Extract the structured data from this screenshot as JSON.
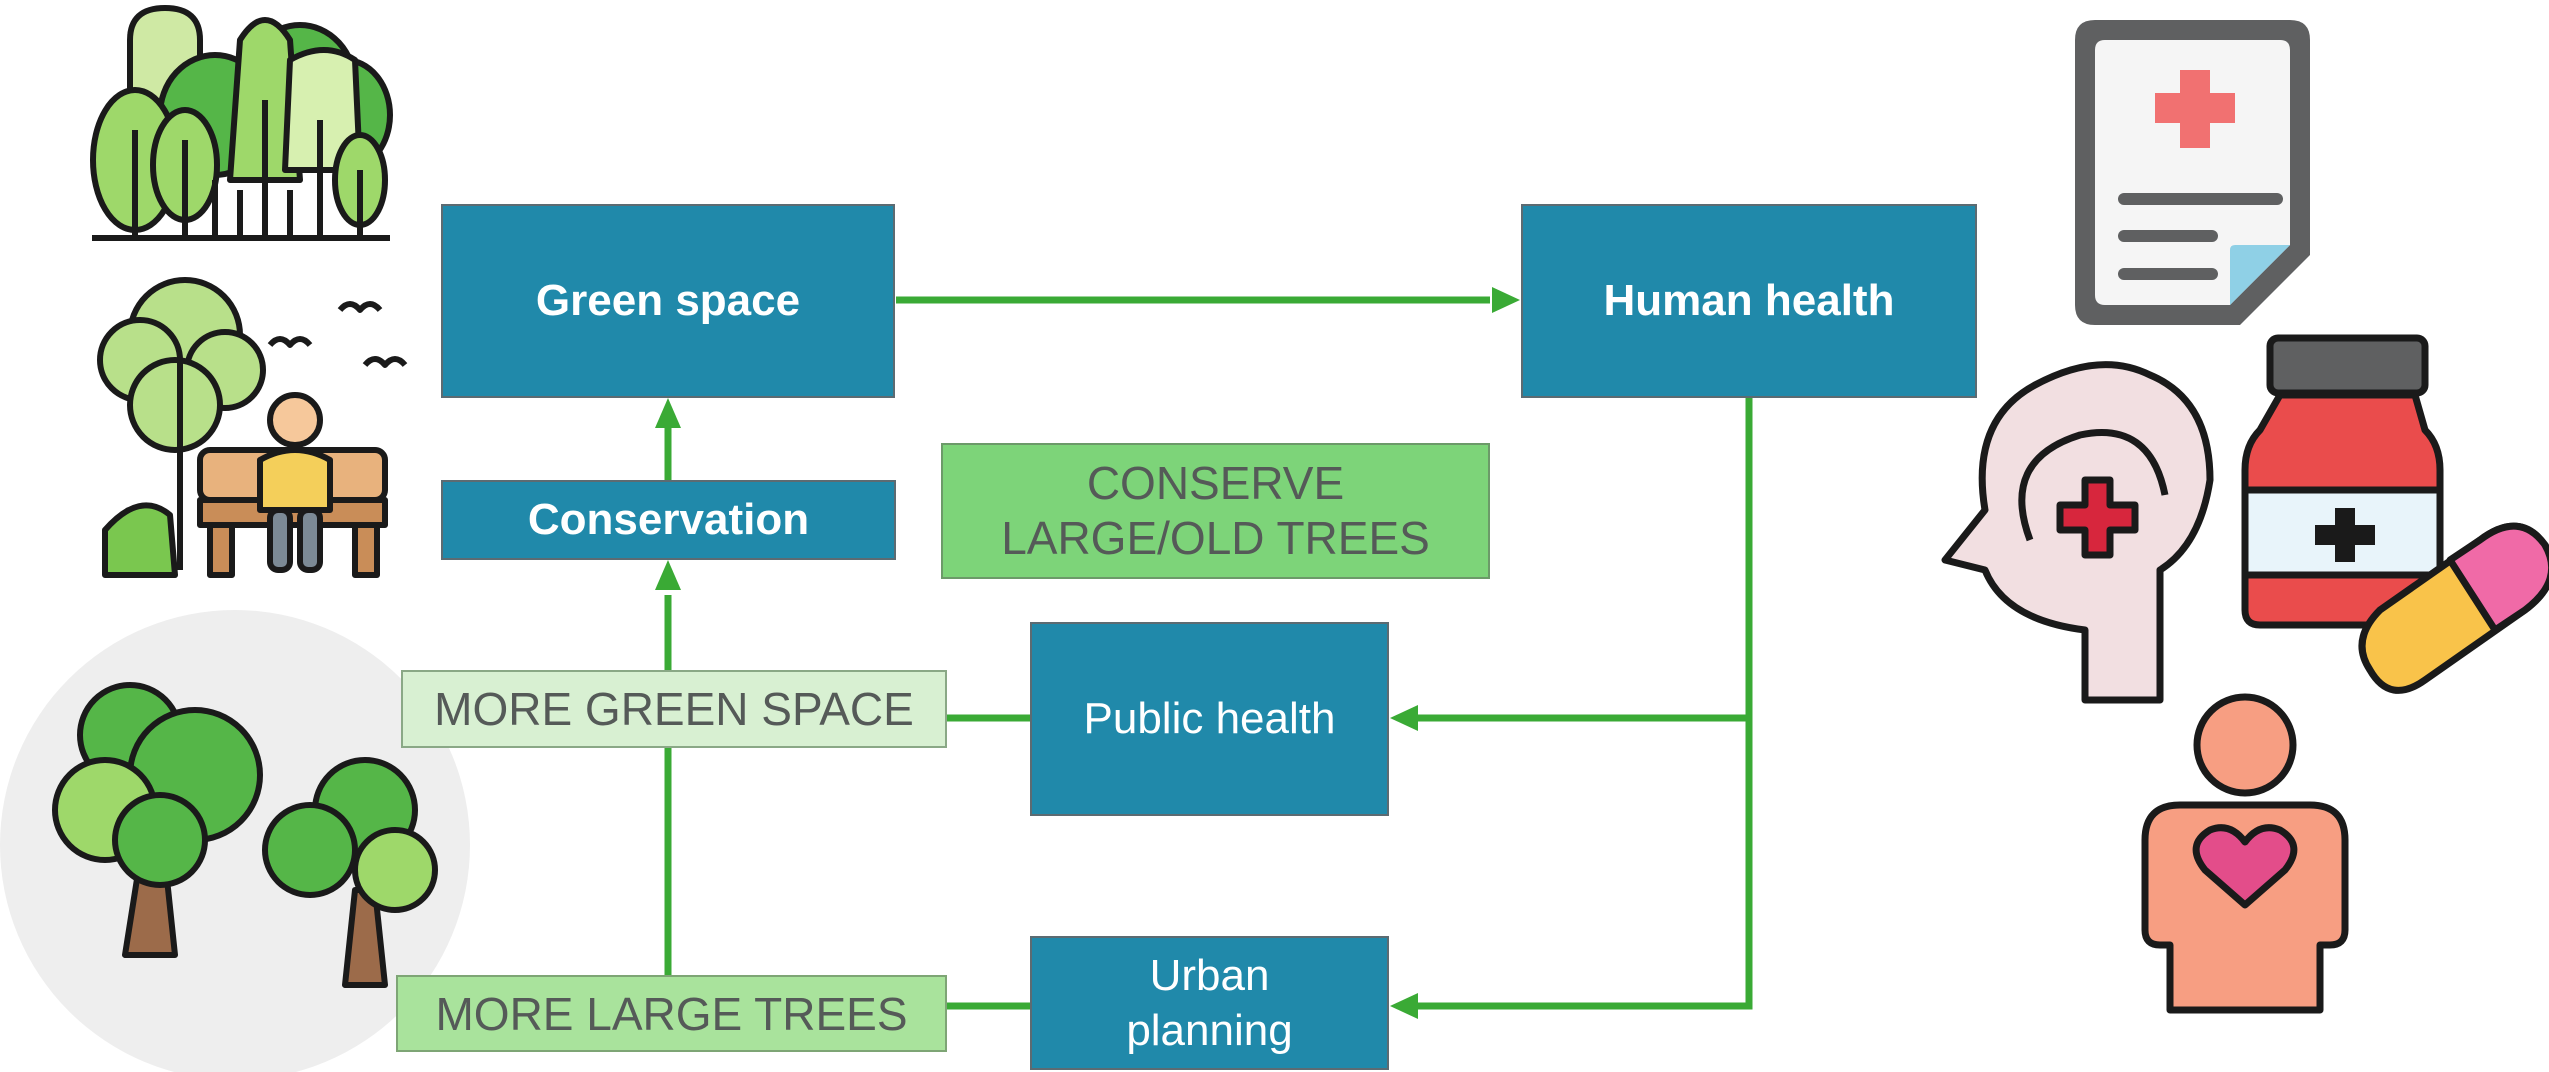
{
  "nodes": {
    "green_space": "Green space",
    "human_health": "Human health",
    "conservation": "Conservation",
    "public_health": "Public health",
    "urban_planning": "Urban\nplanning"
  },
  "labels": {
    "conserve_trees": "CONSERVE\nLARGE/OLD TREES",
    "more_green_space": "MORE GREEN SPACE",
    "more_large_trees": "MORE LARGE TREES"
  },
  "colors": {
    "node_fill": "#2089aa",
    "arrow": "#3aaa35",
    "label_green": "#7dd479",
    "label_pale": "#d8f0d2",
    "label_mid": "#a9e39c"
  },
  "icons": [
    "forest-icon",
    "park-bench-person-icon",
    "two-trees-icon",
    "medical-report-icon",
    "mental-health-head-icon",
    "medicine-bottle-pill-icon",
    "heart-body-icon"
  ]
}
